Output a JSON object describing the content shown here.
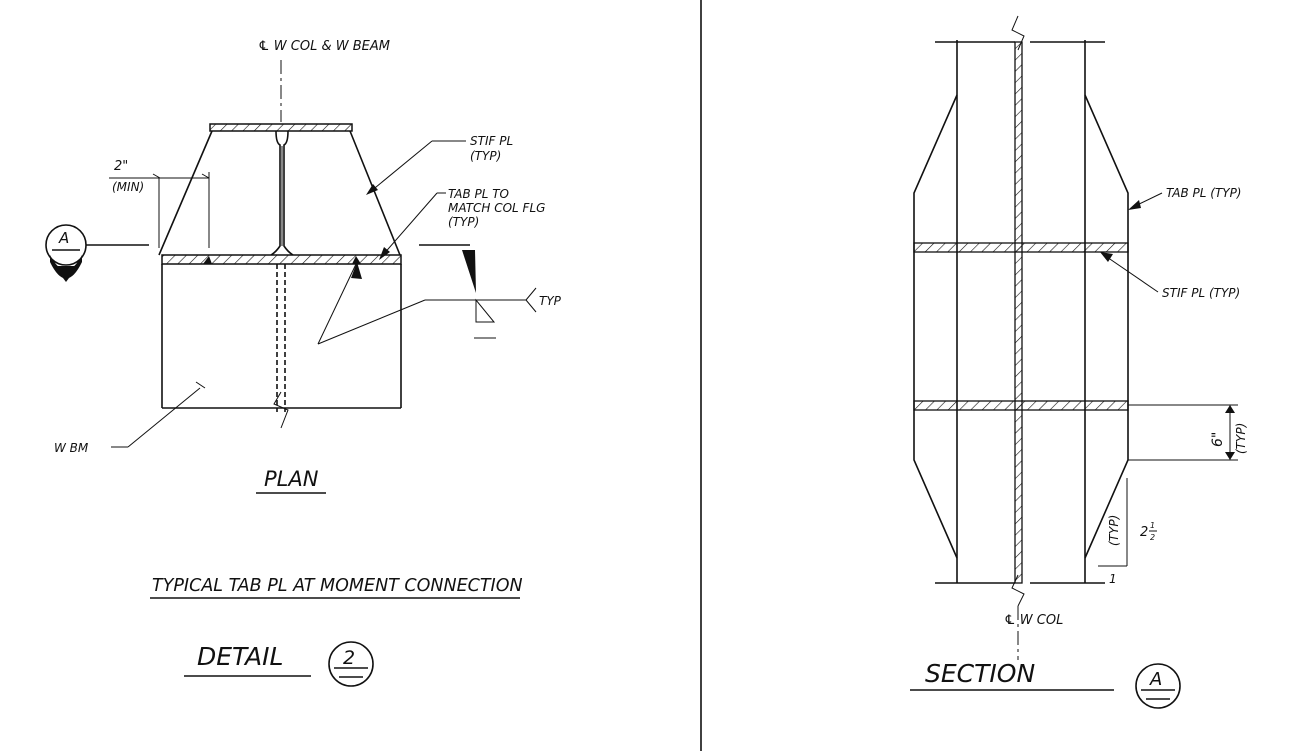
{
  "plan": {
    "centerline_label": "℄ W COL & W BEAM",
    "stif_pl_label": "STIF PL",
    "stif_pl_typ": "(TYP)",
    "dim_2in": "2\"",
    "dim_min": "(MIN)",
    "tab_pl_line1": "TAB PL TO",
    "tab_pl_line2": "MATCH COL FLG",
    "tab_pl_line3": "(TYP)",
    "weld_typ": "TYP",
    "w_bm_label": "W BM",
    "section_cut_letter": "A",
    "view_title": "PLAN"
  },
  "detail": {
    "title": "TYPICAL TAB PL AT MOMENT CONNECTION",
    "label": "DETAIL",
    "number": "2"
  },
  "section": {
    "tab_pl_label": "TAB PL (TYP)",
    "stif_pl_label": "STIF PL (TYP)",
    "dim_6in": "6\"",
    "dim_6in_typ": "(TYP)",
    "slope_typ": "(TYP)",
    "slope_rise": "2",
    "slope_rise_frac_num": "1",
    "slope_rise_frac_den": "2",
    "slope_run": "1",
    "centerline_label": "℄ W COL",
    "title": "SECTION",
    "letter": "A"
  }
}
